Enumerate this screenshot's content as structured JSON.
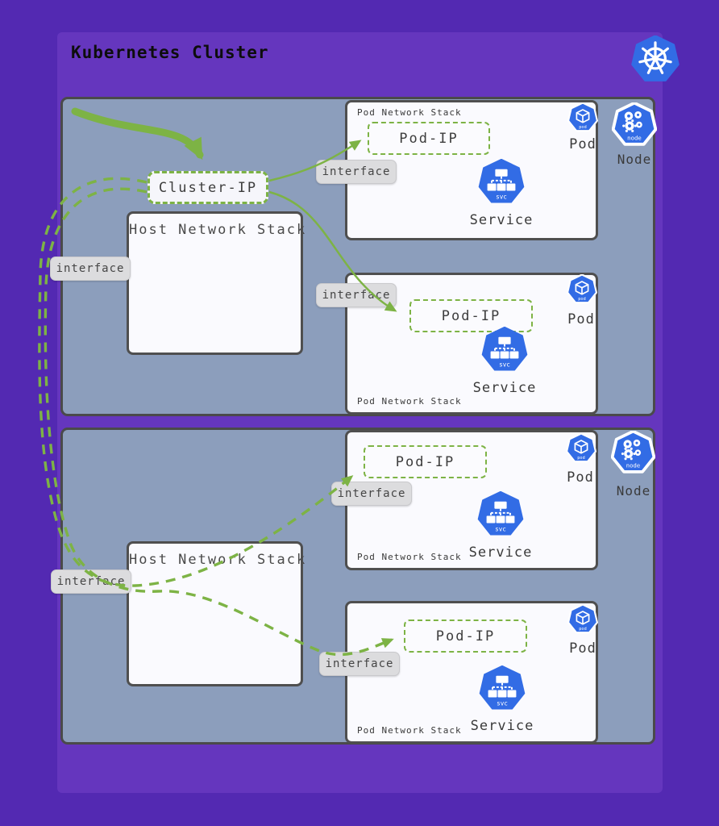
{
  "title": "Kubernetes Cluster",
  "labels": {
    "cluster_ip": "Cluster-IP",
    "host_network_stack": "Host Network Stack",
    "pod_network_stack": "Pod Network Stack",
    "pod_ip": "Pod-IP",
    "interface": "interface",
    "pod": "Pod",
    "service": "Service",
    "node": "Node"
  },
  "badges": {
    "pod": "pod",
    "svc": "svc",
    "node": "node"
  },
  "icons": [
    "kubernetes-logo-icon",
    "pod-icon",
    "service-icon",
    "node-icon"
  ],
  "structure": {
    "nodes": 2,
    "pod_network_stacks_per_node": 2,
    "host_network_stacks_per_node": 1,
    "interface_tags": 6
  },
  "colors": {
    "page_bg": "#5329B2",
    "cluster_bg": "#6536BE",
    "node_bg": "#8C9EBC",
    "box_bg": "#FAFAFE",
    "box_border": "#4A4A4A",
    "green": "#7DB345",
    "kubernetes_blue": "#326CE5",
    "tag_bg": "#DCDCDE",
    "text": "#3F3F3F"
  }
}
